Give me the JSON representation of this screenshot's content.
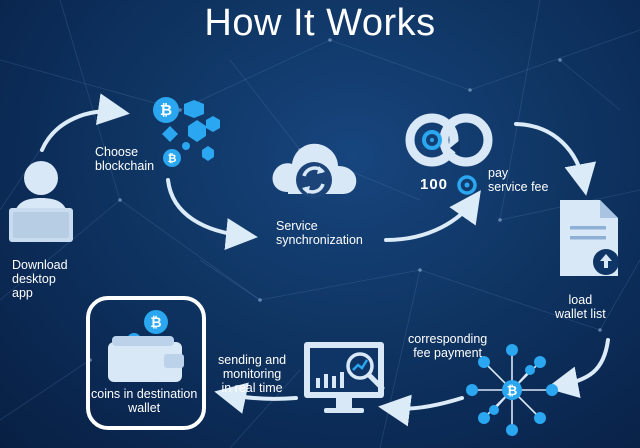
{
  "title": "How It Works",
  "steps": {
    "download": "Download\ndesktop\napp",
    "choose": "Choose\nblockchain",
    "sync": "Service\nsynchronization",
    "pay": "pay\nservice fee",
    "load": "load\nwallet list",
    "fee": "corresponding\nfee payment",
    "send": "sending and\nmonitoring\nin real time",
    "coins": "coins in destination\nwallet"
  },
  "fee_amount": "100",
  "icons": {
    "bitcoin": "bitcoin-icon",
    "gem": "crypto-coin-icon",
    "cloud": "cloud-sync-icon",
    "loop": "infinity-loop-icon",
    "token": "service-token-icon",
    "document": "wallet-list-document-icon",
    "network": "coin-network-icon",
    "monitor": "monitor-chart-icon",
    "wallet": "wallet-icon",
    "user": "user-computer-icon"
  },
  "colors": {
    "background": "#0c2a54",
    "accent": "#2aa7f0",
    "icon_fill": "#d9e8f7",
    "arrow": "#dcebf8"
  }
}
